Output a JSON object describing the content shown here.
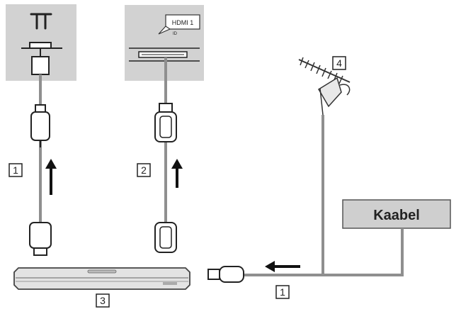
{
  "labels": {
    "cable_rf": "1",
    "cable_hdmi": "2",
    "device": "3",
    "antenna": "4",
    "cable_bottom": "1"
  },
  "hdmi_port_label": "HDMI 1",
  "hdmi_port_sublabel": "ID",
  "cable_source_label": "Kaabel",
  "colors": {
    "panel": "#d2d2d2",
    "line": "#333333",
    "cable": "#8f8f8f"
  }
}
